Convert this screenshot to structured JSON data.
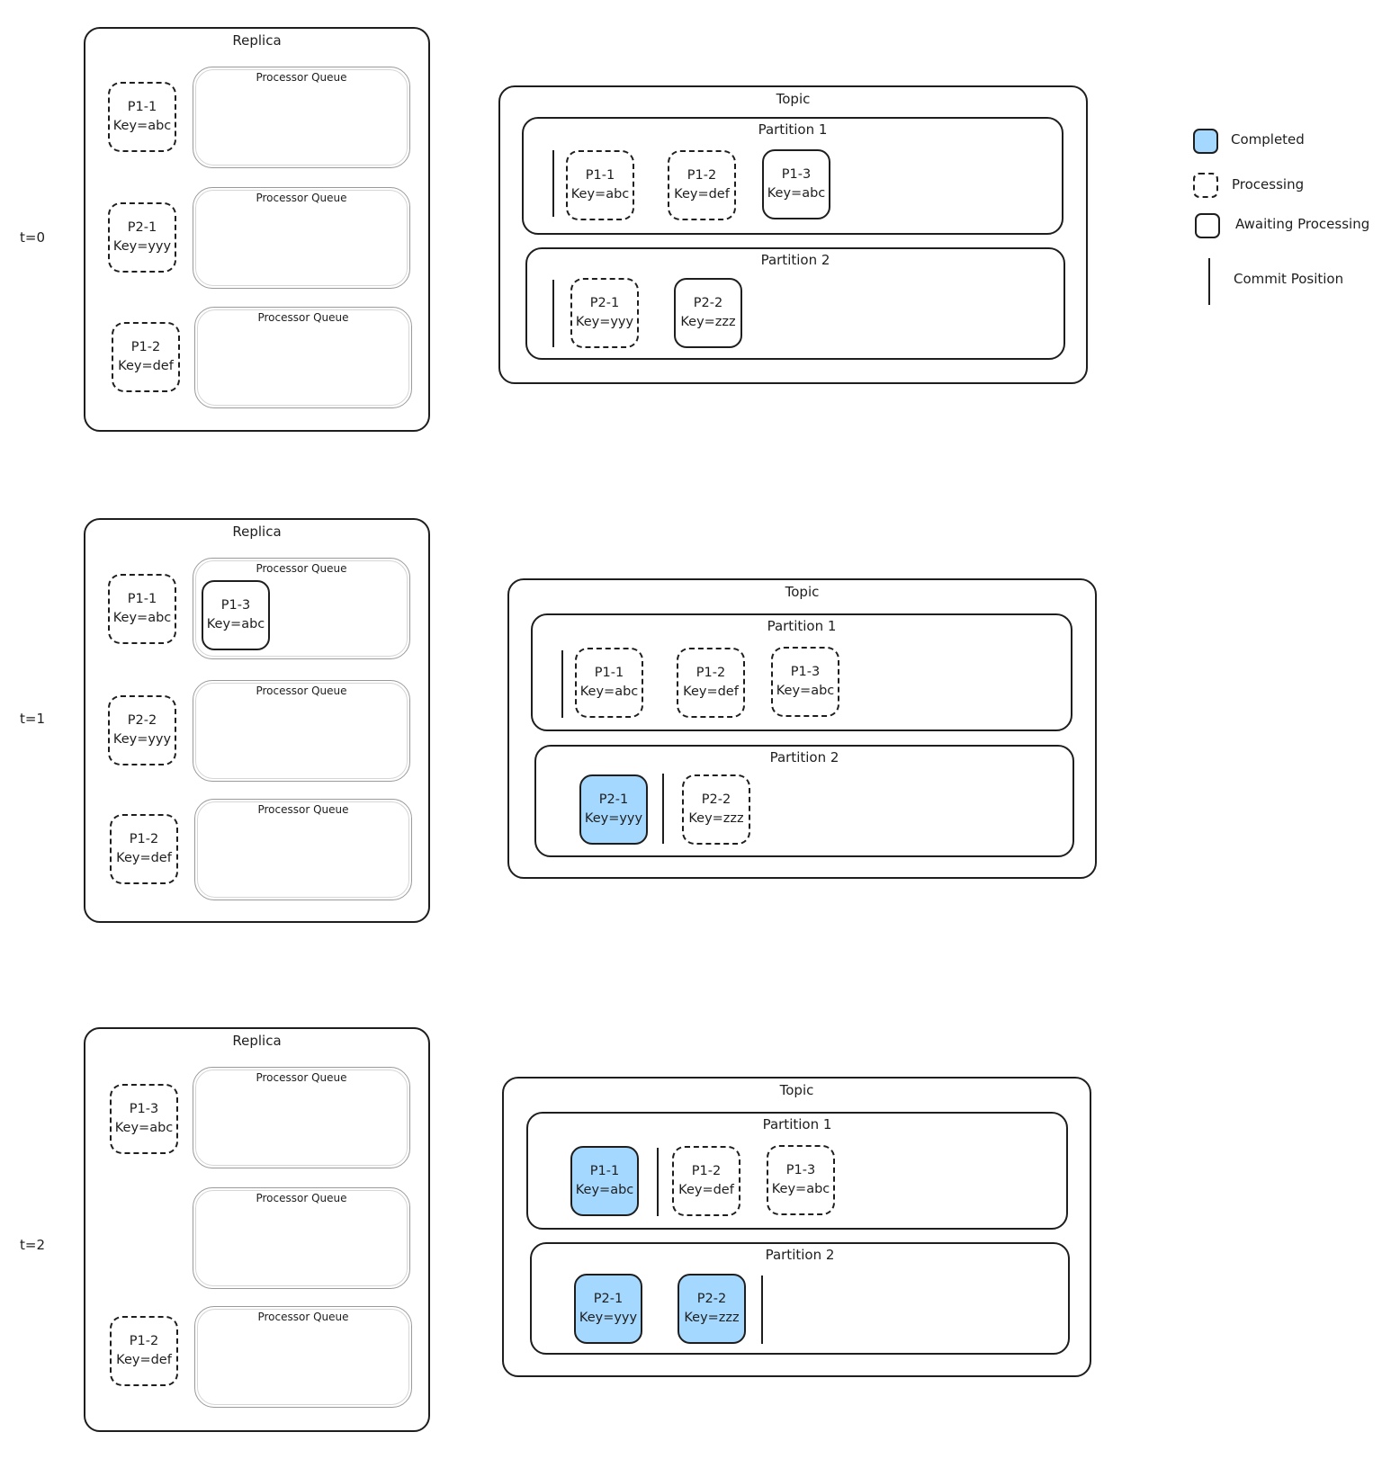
{
  "labels": {
    "replica": "Replica",
    "processor_queue": "Processor Queue",
    "topic": "Topic",
    "partition_1": "Partition 1",
    "partition_2": "Partition 2"
  },
  "legend": {
    "completed": "Completed",
    "processing": "Processing",
    "awaiting": "Awaiting Processing",
    "commit": "Commit Position",
    "completed_color": "#a5d8ff"
  },
  "steps": [
    {
      "time": "t=0",
      "replica_slots": [
        {
          "id": "P1-1",
          "key": "Key=abc",
          "state": "processing"
        },
        {
          "id": "P2-1",
          "key": "Key=yyy",
          "state": "processing"
        },
        {
          "id": "P1-2",
          "key": "Key=def",
          "state": "processing"
        }
      ],
      "queue_items": [],
      "partition_1": [
        {
          "id": "P1-1",
          "key": "Key=abc",
          "state": "processing"
        },
        {
          "id": "P1-2",
          "key": "Key=def",
          "state": "processing"
        },
        {
          "id": "P1-3",
          "key": "Key=abc",
          "state": "awaiting"
        }
      ],
      "partition_2": [
        {
          "id": "P2-1",
          "key": "Key=yyy",
          "state": "processing"
        },
        {
          "id": "P2-2",
          "key": "Key=zzz",
          "state": "awaiting"
        }
      ]
    },
    {
      "time": "t=1",
      "replica_slots": [
        {
          "id": "P1-1",
          "key": "Key=abc",
          "state": "processing"
        },
        {
          "id": "P2-2",
          "key": "Key=yyy",
          "state": "processing"
        },
        {
          "id": "P1-2",
          "key": "Key=def",
          "state": "processing"
        }
      ],
      "queue_items": [
        {
          "id": "P1-3",
          "key": "Key=abc",
          "state": "awaiting"
        }
      ],
      "partition_1": [
        {
          "id": "P1-1",
          "key": "Key=abc",
          "state": "processing"
        },
        {
          "id": "P1-2",
          "key": "Key=def",
          "state": "processing"
        },
        {
          "id": "P1-3",
          "key": "Key=abc",
          "state": "processing"
        }
      ],
      "partition_2": [
        {
          "id": "P2-1",
          "key": "Key=yyy",
          "state": "completed"
        },
        {
          "id": "P2-2",
          "key": "Key=zzz",
          "state": "processing"
        }
      ]
    },
    {
      "time": "t=2",
      "replica_slots": [
        {
          "id": "P1-3",
          "key": "Key=abc",
          "state": "processing"
        },
        {
          "id": "P1-2",
          "key": "Key=def",
          "state": "processing"
        }
      ],
      "queue_items": [],
      "partition_1": [
        {
          "id": "P1-1",
          "key": "Key=abc",
          "state": "completed"
        },
        {
          "id": "P1-2",
          "key": "Key=def",
          "state": "processing"
        },
        {
          "id": "P1-3",
          "key": "Key=abc",
          "state": "processing"
        }
      ],
      "partition_2": [
        {
          "id": "P2-1",
          "key": "Key=yyy",
          "state": "completed"
        },
        {
          "id": "P2-2",
          "key": "Key=zzz",
          "state": "completed"
        }
      ]
    }
  ]
}
